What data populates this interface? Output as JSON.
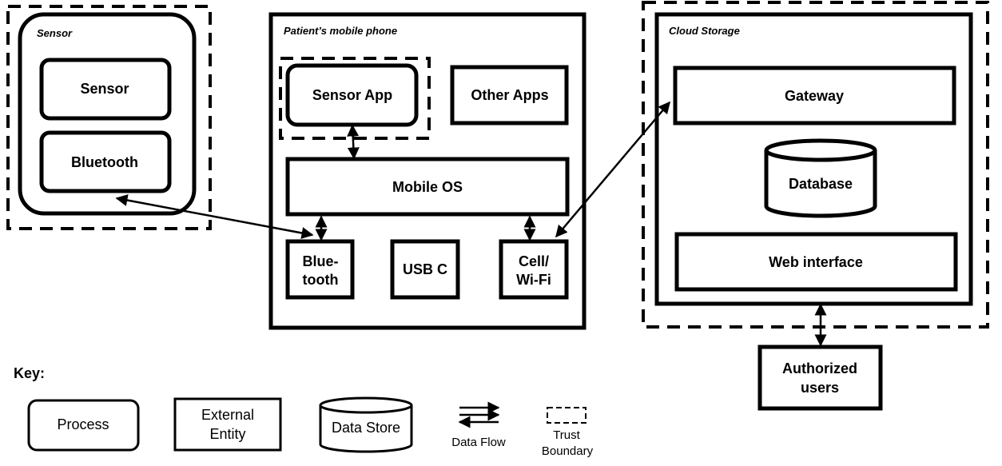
{
  "sensor": {
    "title": "Sensor",
    "sensor_box": "Sensor",
    "bluetooth_box": "Bluetooth"
  },
  "phone": {
    "title": "Patient’s mobile phone",
    "sensor_app": "Sensor App",
    "other_apps": "Other Apps",
    "mobile_os": "Mobile OS",
    "bluetooth_line1": "Blue-",
    "bluetooth_line2": "tooth",
    "usb": "USB C",
    "cell_line1": "Cell/",
    "cell_line2": "Wi-Fi"
  },
  "cloud": {
    "title": "Cloud Storage",
    "gateway": "Gateway",
    "database": "Database",
    "web": "Web interface"
  },
  "authorized": {
    "line1": "Authorized",
    "line2": "users"
  },
  "key": {
    "title": "Key:",
    "process": "Process",
    "external_line1": "External",
    "external_line2": "Entity",
    "data_store": "Data Store",
    "data_flow": "Data Flow",
    "trust_line1": "Trust",
    "trust_line2": "Boundary"
  }
}
